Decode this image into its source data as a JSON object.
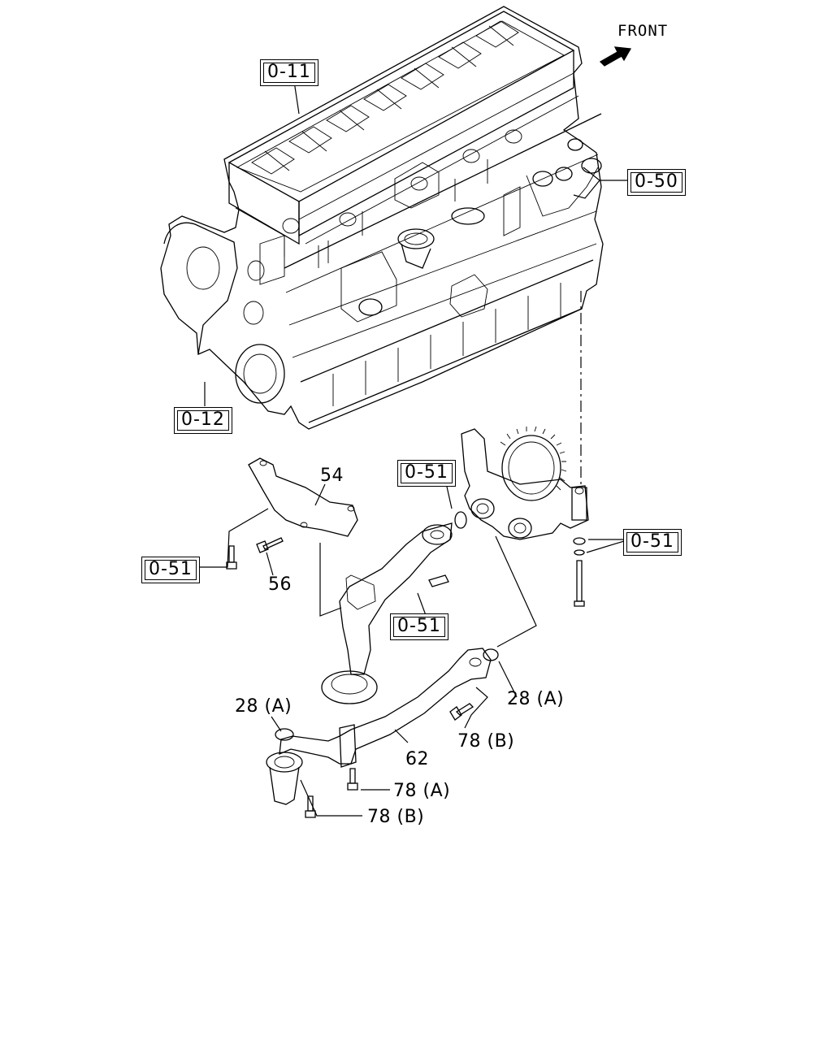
{
  "header": {
    "direction_label": "FRONT"
  },
  "ref_labels": {
    "block_top": "0-11",
    "block_left": "0-12",
    "block_right": "0-50",
    "bracket_left": "0-51",
    "pump_ring": "0-51",
    "pump_right": "0-51",
    "pipe_mid": "0-51"
  },
  "part_labels": {
    "bracket": "54",
    "bolt_bracket": "56",
    "oring_pump": "28 (A)",
    "oring_strainer": "28 (A)",
    "bolt_pipe_upper": "78 (B)",
    "pipe": "62",
    "bolt_pipe_clip": "78 (A)",
    "bolt_strainer": "78 (B)"
  },
  "colors": {
    "line": "#000000",
    "background": "#ffffff"
  }
}
